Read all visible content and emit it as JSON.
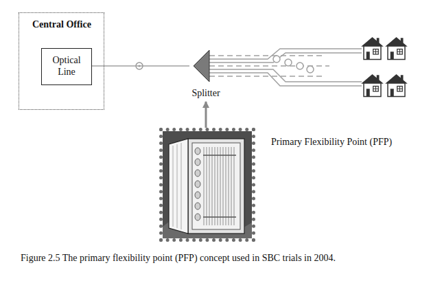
{
  "diagram": {
    "caption": "Figure 2.5 The primary flexibility point (PFP) concept used in SBC trials in 2004.",
    "nodes": [
      {
        "text": [
          "Central Office"
        ]
      },
      {
        "text": [
          "Optical Line"
        ],
        "in": 0
      },
      {
        "text": [
          "Splitter"
        ]
      },
      {
        "text": [
          "Primary Flexibility Point (PFP)"
        ]
      }
    ],
    "edges": [
      {
        "from": 1,
        "to": 2,
        "arrow": "none"
      },
      {
        "from": 3,
        "to": 2,
        "arrow": "to"
      }
    ]
  }
}
